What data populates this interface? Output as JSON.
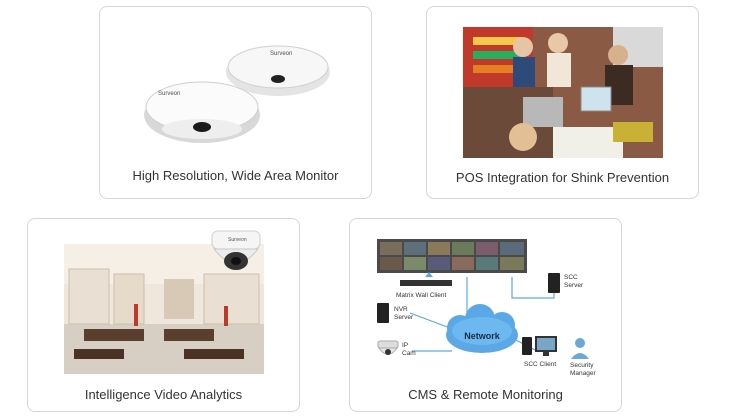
{
  "cards": [
    {
      "caption": "High Resolution, Wide Area Monitor",
      "camera_brand": "Surveon"
    },
    {
      "caption": "POS Integration for Shink Prevention"
    },
    {
      "caption": "Intelligence Video Analytics",
      "camera_brand": "Surveon"
    },
    {
      "caption": "CMS & Remote Monitoring",
      "diagram": {
        "network": "Network",
        "matrix_wall_client": "Matrix Wall Client",
        "scc_server_line1": "SCC",
        "scc_server_line2": "Server",
        "nvr_server_line1": "NVR",
        "nvr_server_line2": "Server",
        "ip_cam_line1": "IP",
        "ip_cam_line2": "Cam",
        "scc_client": "SCC Client",
        "security_manager_line1": "Security",
        "security_manager_line2": "Manager"
      }
    }
  ],
  "colors": {
    "card_border": "#d6d6d6",
    "caption_text": "#333333",
    "network_cloud": "#5aa9e6"
  }
}
